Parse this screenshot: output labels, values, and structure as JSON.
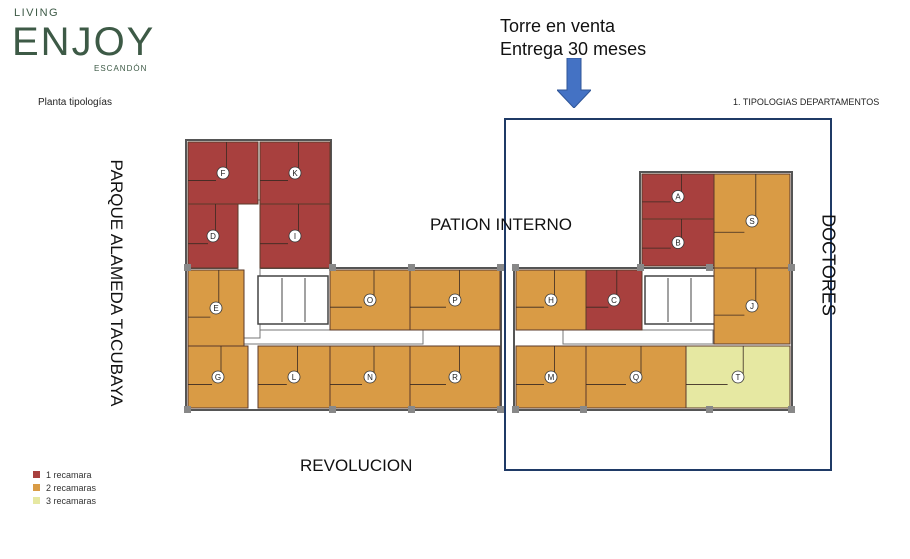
{
  "logo": {
    "top": "LIVING",
    "name": "ENJOY",
    "sub": "ESCANDÓN"
  },
  "subtitle": "Planta tipologías",
  "section_label": "1. TIPOLOGIAS DEPARTAMENTOS",
  "sale_note": {
    "line1": "Torre en venta",
    "line2": "Entrega 30 meses"
  },
  "streets": {
    "left": "PARQUE ALAMEDA TACUBAYA",
    "right": "DOCTORES",
    "bottom": "REVOLUCION",
    "patio": "PATION INTERNO"
  },
  "colors": {
    "one_bedroom": "#a8403e",
    "two_bedroom": "#d99b45",
    "three_bedroom": "#e6e8a2",
    "highlight": "#1f3a66",
    "arrow": "#4472c4"
  },
  "legend": [
    {
      "label": "1 recamara",
      "color": "#a8403e"
    },
    {
      "label": "2 recamaras",
      "color": "#d99b45"
    },
    {
      "label": "3 recamaras",
      "color": "#e6e8a2"
    }
  ],
  "units": [
    {
      "label": "F",
      "type": "1 recamara"
    },
    {
      "label": "K",
      "type": "1 recamara"
    },
    {
      "label": "D",
      "type": "1 recamara"
    },
    {
      "label": "I",
      "type": "1 recamara"
    },
    {
      "label": "E",
      "type": "2 recamaras"
    },
    {
      "label": "O",
      "type": "2 recamaras"
    },
    {
      "label": "P",
      "type": "2 recamaras"
    },
    {
      "label": "G",
      "type": "2 recamaras"
    },
    {
      "label": "L",
      "type": "2 recamaras"
    },
    {
      "label": "N",
      "type": "2 recamaras"
    },
    {
      "label": "R",
      "type": "2 recamaras"
    },
    {
      "label": "H",
      "type": "2 recamaras"
    },
    {
      "label": "C",
      "type": "1 recamara"
    },
    {
      "label": "A",
      "type": "1 recamara"
    },
    {
      "label": "B",
      "type": "1 recamara"
    },
    {
      "label": "S",
      "type": "2 recamaras"
    },
    {
      "label": "J",
      "type": "2 recamaras"
    },
    {
      "label": "M",
      "type": "2 recamaras"
    },
    {
      "label": "Q",
      "type": "2 recamaras"
    },
    {
      "label": "T",
      "type": "3 recamaras"
    }
  ]
}
